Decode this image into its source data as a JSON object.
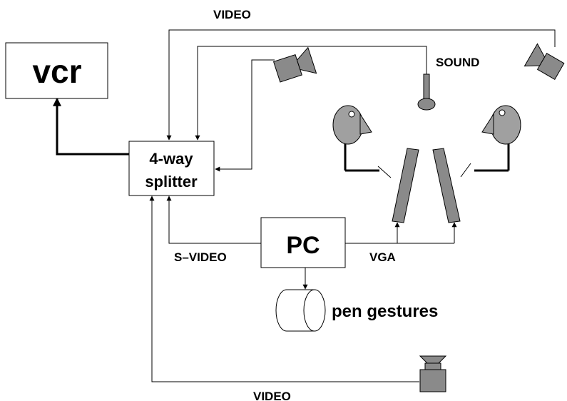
{
  "labels": {
    "vcr": "vcr",
    "splitter_line1": "4-way",
    "splitter_line2": "splitter",
    "pc": "PC",
    "pen_gestures": "pen gestures",
    "video_top": "VIDEO",
    "video_bottom": "VIDEO",
    "sound": "SOUND",
    "svideo": "S–VIDEO",
    "vga": "VGA"
  },
  "icons": {
    "camera_top_center": "video-camera-icon",
    "camera_top_right": "video-camera-icon",
    "camera_bottom": "video-camera-icon",
    "microphone": "microphone-icon",
    "person_left": "person-head-icon",
    "person_right": "person-head-icon",
    "display_left": "pen-display-tablet-icon",
    "display_right": "pen-display-tablet-icon",
    "storage": "disk-cylinder-icon"
  },
  "colors": {
    "line": "#000000",
    "device_fill": "#8a8a8a",
    "head_fill": "#a0a0a0",
    "box_fill": "#ffffff",
    "background": "#ffffff"
  }
}
